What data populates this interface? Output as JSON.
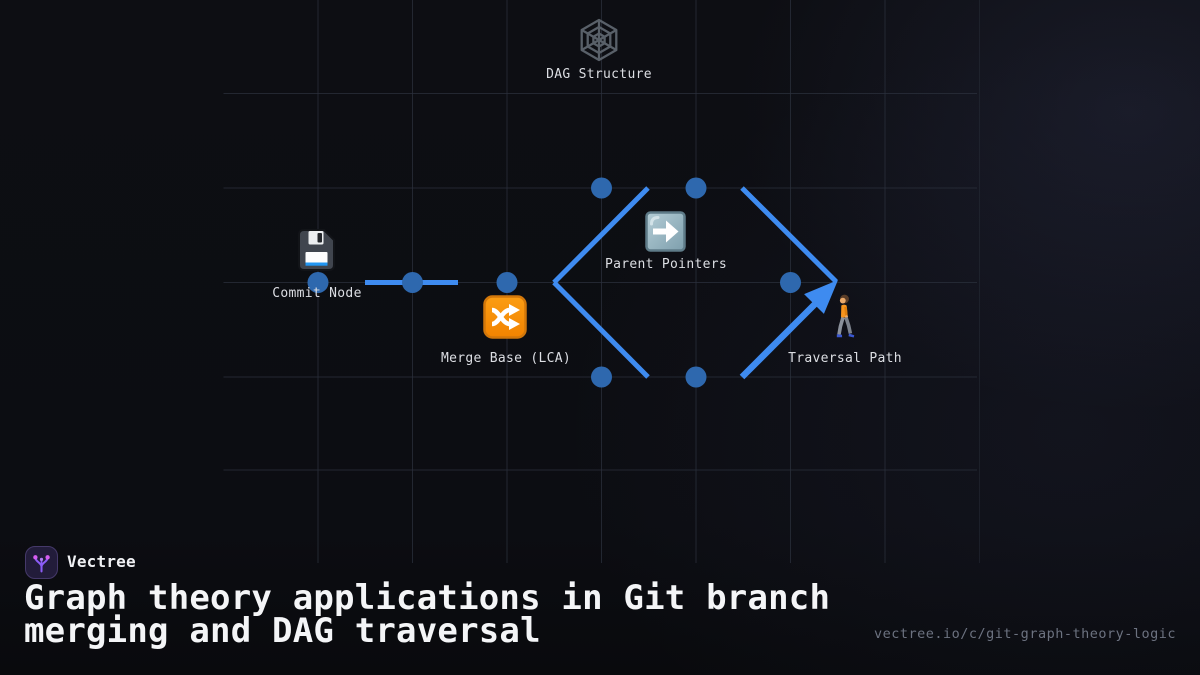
{
  "diagram": {
    "nodes": {
      "dag_structure": {
        "label": "DAG Structure",
        "icon": "spider-web"
      },
      "commit_node": {
        "label": "Commit Node",
        "icon": "floppy-disk"
      },
      "merge_base": {
        "label": "Merge Base (LCA)",
        "icon": "shuffle"
      },
      "parent_pointers": {
        "label": "Parent Pointers",
        "icon": "right-arrow"
      },
      "traversal_path": {
        "label": "Traversal Path",
        "icon": "person-walking"
      }
    },
    "colors": {
      "edge_blue": "#3e8bf0",
      "dot_blue": "#2e68ae",
      "grid_line": "#2b303c",
      "web_gray": "#596069",
      "shuffle_orange": "#f79400",
      "arrow_tile_steel": "#8fb0bd"
    }
  },
  "footer": {
    "brand": "Vectree",
    "title_line1": "Graph theory applications in Git branch",
    "title_line2": "merging and DAG traversal",
    "url": "vectree.io/c/git-graph-theory-logic",
    "accent_purple": "#8b5cf6"
  }
}
